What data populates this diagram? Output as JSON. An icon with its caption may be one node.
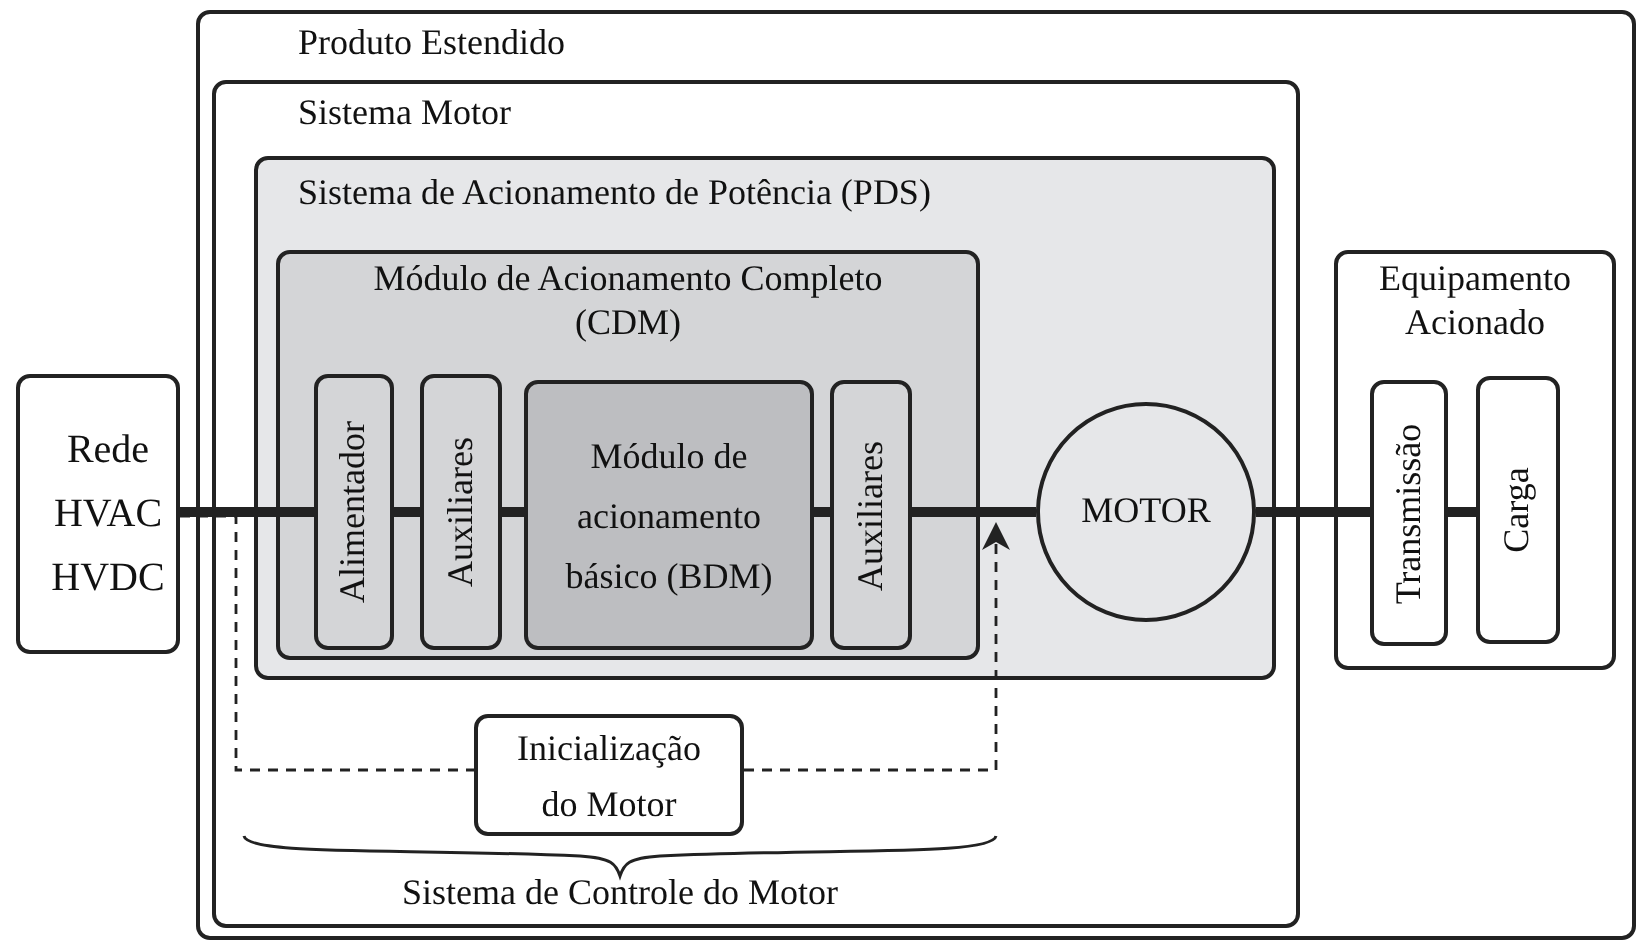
{
  "diagram": {
    "nodes": [
      {
        "text": [
          "Produto Estendido"
        ]
      },
      {
        "text": [
          "Sistema Motor"
        ],
        "in": 0
      },
      {
        "text": [
          "Sistema de Acionamento de Potência (PDS)"
        ],
        "in": 1
      },
      {
        "text": [
          "Módulo de Acionamento Completo (CDM)"
        ],
        "in": 2
      },
      {
        "text": [
          "Alimentador"
        ],
        "in": 3
      },
      {
        "text": [
          "Auxiliares"
        ],
        "in": 3
      },
      {
        "text": [
          "Módulo de acionamento básico (BDM)"
        ],
        "in": 3
      },
      {
        "text": [
          "Auxiliares"
        ],
        "in": 3
      },
      {
        "text": [
          "MOTOR"
        ],
        "in": 2
      },
      {
        "text": [
          "Equipamento Acionado"
        ],
        "in": 0
      },
      {
        "text": [
          "Transmissão"
        ],
        "in": 9
      },
      {
        "text": [
          "Carga"
        ],
        "in": 9
      },
      {
        "text": [
          "Rede HVAC HVDC"
        ]
      },
      {
        "text": [
          "Inicialização do Motor"
        ],
        "in": 1
      }
    ],
    "edges": [
      {
        "from": 12,
        "to": 4,
        "arrow": "none"
      },
      {
        "from": 4,
        "to": 5,
        "arrow": "none"
      },
      {
        "from": 5,
        "to": 6,
        "arrow": "none"
      },
      {
        "from": 6,
        "to": 7,
        "arrow": "none"
      },
      {
        "from": 7,
        "to": 8,
        "arrow": "none"
      },
      {
        "from": 8,
        "to": 10,
        "arrow": "none"
      },
      {
        "from": 10,
        "to": 11,
        "arrow": "none"
      },
      {
        "from": 12,
        "to": 13,
        "arrow": "none",
        "style": "dashed"
      },
      {
        "from": 13,
        "to": 3,
        "arrow": "to",
        "style": "dashed"
      }
    ],
    "labels": [
      "Sistema de Controle do Motor"
    ]
  }
}
